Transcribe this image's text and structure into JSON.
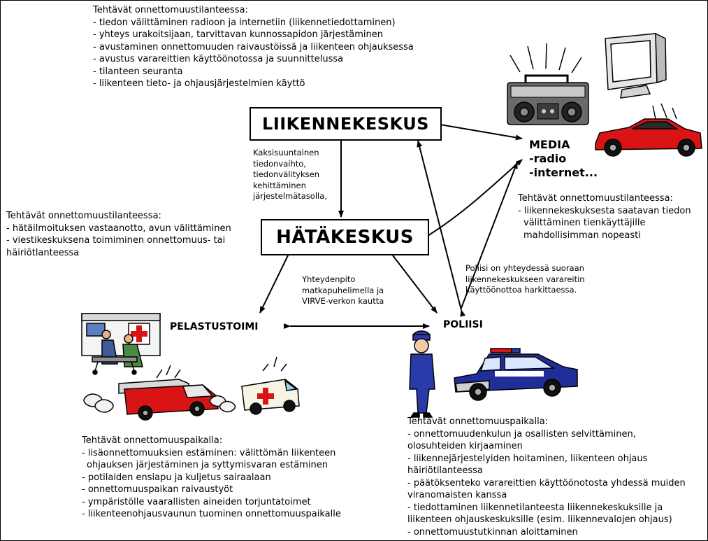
{
  "liikennekeskus_tasks": {
    "title": "Tehtävät onnettomuustilanteessa:",
    "items": [
      "- tiedon välittäminen radioon ja internetiin (liikennetiedottaminen)",
      "- yhteys urakoitsijaan, tarvittavan kunnossapidon järjestäminen",
      "- avustaminen onnettomuuden raivaustöissä ja liikenteen ohjauksessa",
      "- avustus varareittien käyttöönotossa ja suunnittelussa",
      "- tilanteen seuranta",
      "- liikenteen tieto- ja ohjausjärjestelmien käyttö"
    ]
  },
  "boxes": {
    "liikennekeskus": "LIIKENNEKESKUS",
    "hatakeskus": "HÄTÄKESKUS"
  },
  "media": {
    "title": "MEDIA",
    "items": [
      "-radio",
      "-internet..."
    ],
    "tasks_title": "Tehtävät onnettomuustilanteessa:",
    "tasks": [
      "- liikennekeskuksesta saatavan tiedon",
      "välittäminen tienkäyttäjille",
      "mahdollisimman nopeasti"
    ]
  },
  "link_note": {
    "lines": [
      "Kaksisuuntainen",
      "tiedonvaihto,",
      "tiedonvälityksen",
      "kehittäminen",
      "järjestelmätasolla,"
    ]
  },
  "hatakeskus_tasks": {
    "title": "Tehtävät onnettomuustilanteessa:",
    "items": [
      "- hätäilmoituksen vastaanotto, avun välittäminen",
      "- viestikeskuksena toimiminen onnettomuus- tai",
      "häiriötlanteessa"
    ]
  },
  "phone_note": {
    "lines": [
      "Yhteydenpito",
      "matkapuhelimella ja",
      "VIRVE-verkon kautta"
    ]
  },
  "police_note": {
    "lines": [
      "Poliisi on yhteydessä suoraan",
      "liikennekeskukseen varareitin",
      "käyttöönottoa harkittaessa."
    ]
  },
  "pelastustoimi": {
    "label": "PELASTUSTOIMI",
    "tasks_title": "Tehtävät onnettomuuspaikalla:",
    "tasks": [
      "- lisäonnettomuuksien estäminen: välittömän liikenteen",
      "  ohjauksen järjestäminen ja syttymisvaran estäminen",
      "- potilaiden ensiapu ja kuljetus sairaalaan",
      "- onnettomuuspaikan raivaustyöt",
      "- ympäristölle vaarallisten aineiden torjuntatoimet",
      "- liikenteenohjausvaunun tuominen onnettomuuspaikalle"
    ]
  },
  "poliisi": {
    "label": "POLIISI",
    "tasks_title": "Tehtävät onnettomuuspaikalla:",
    "tasks": [
      "- onnettomuudenkulun ja osallisten selvittäminen,",
      "olosuhteiden kirjaaminen",
      "- liikennejärjestelyiden hoitaminen, liikenteen ohjaus",
      "häiriötilanteessa",
      "- päätöksenteko varareittien käyttöönotosta yhdessä muiden",
      "viranomaisten kanssa",
      " - tiedottaminen liikennetilanteesta liikennekeskuksille ja",
      "liikenteen ohjauskeskuksille (esim. liikennevalojen ohjaus)",
      "- onnettomuustutkinnan aloittaminen"
    ]
  },
  "icons": {
    "radio": "boombox-icon",
    "monitor": "computer-monitor-icon",
    "sports_car": "sports-car-icon",
    "ambulance_scene": "ambulance-stretcher-icon",
    "fire_truck": "fire-truck-icon",
    "ambulance": "ambulance-icon",
    "police_officer": "police-officer-icon",
    "police_car": "police-car-icon"
  },
  "colors": {
    "fire_red": "#d81414",
    "police_blue": "#1f2f9a",
    "officer_blue": "#2a3aa8"
  }
}
